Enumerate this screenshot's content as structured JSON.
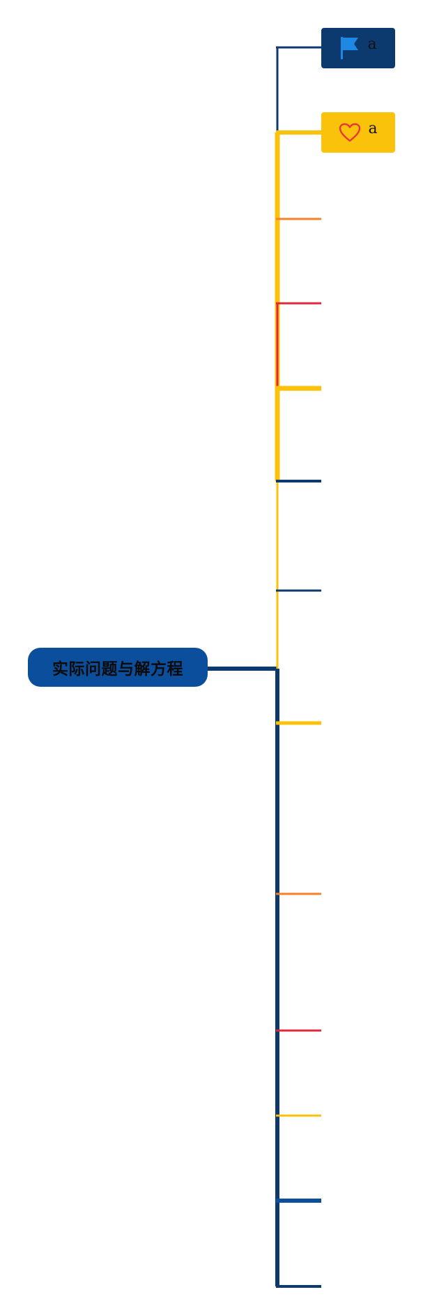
{
  "root": {
    "label": "实际问题与解方程",
    "color": "#0b4f9c"
  },
  "top_nodes": [
    {
      "label": "a",
      "icon": "flag-icon",
      "background": "#0d3a6e",
      "icon_color": "#1e88e5"
    },
    {
      "label": "a",
      "icon": "heart-icon",
      "background": "#fbc20c",
      "icon_color": "#e53935"
    }
  ],
  "colors": {
    "navy": "#0d3a6e",
    "navy_bright": "#0b4f9c",
    "yellow": "#fbc20c",
    "orange": "#f5822a",
    "red": "#e0283c"
  }
}
